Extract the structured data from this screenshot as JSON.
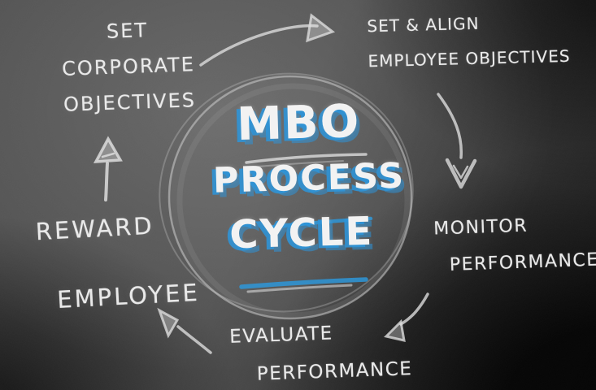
{
  "diagram": {
    "style": "chalkboard-cycle",
    "center": {
      "lines": [
        "MBO",
        "PROCESS",
        "CYCLE"
      ]
    },
    "steps": [
      {
        "name": "set-corporate-objectives",
        "position": "top-left",
        "lines": [
          "SET",
          "CORPORATE",
          "OBJECTIVES"
        ]
      },
      {
        "name": "set-align-employee-objectives",
        "position": "top-right",
        "lines": [
          "SET & ALIGN",
          "EMPLOYEE OBJECTIVES"
        ]
      },
      {
        "name": "monitor-performance",
        "position": "right",
        "lines": [
          "MONITOR",
          "PERFORMANCE"
        ]
      },
      {
        "name": "evaluate-performance",
        "position": "bottom-center",
        "lines": [
          "EVALUATE",
          "PERFORMANCE"
        ]
      },
      {
        "name": "reward-employee",
        "position": "left",
        "lines": [
          "REWARD",
          "EMPLOYEE"
        ]
      }
    ],
    "arrows": [
      {
        "name": "arrow-corporate-to-employee",
        "from": "set-corporate-objectives",
        "to": "set-align-employee-objectives",
        "direction": "right"
      },
      {
        "name": "arrow-employee-to-monitor",
        "from": "set-align-employee-objectives",
        "to": "monitor-performance",
        "direction": "down"
      },
      {
        "name": "arrow-monitor-to-evaluate",
        "from": "monitor-performance",
        "to": "evaluate-performance",
        "direction": "down-left"
      },
      {
        "name": "arrow-evaluate-to-reward",
        "from": "evaluate-performance",
        "to": "reward-employee",
        "direction": "up-left"
      },
      {
        "name": "arrow-reward-to-corporate",
        "from": "reward-employee",
        "to": "set-corporate-objectives",
        "direction": "up"
      }
    ],
    "colors": {
      "chalk_white": "#e9e9e9",
      "accent_blue": "#2e96d8",
      "board_light": "#5e5e5e",
      "board_dark": "#131313"
    }
  }
}
